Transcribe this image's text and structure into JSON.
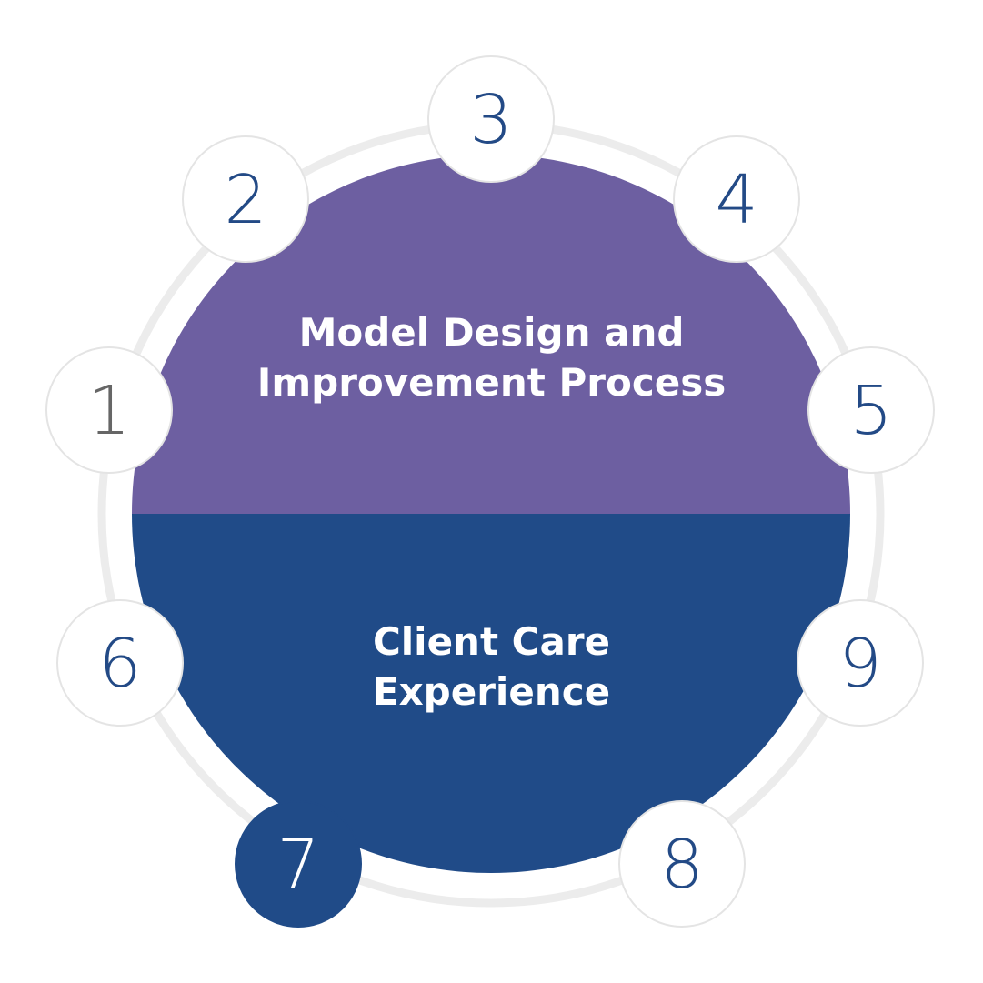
{
  "colors": {
    "top_segment": "#6d5fa1",
    "bottom_segment": "#204b88",
    "ring": "#ececec",
    "node_fill": "#ffffff",
    "node_stroke": "#e4e4e4",
    "node_text_default": "#666666",
    "node_text_accent": "#234a86",
    "node_active_fill": "#204b88",
    "node_active_text": "#ffffff"
  },
  "segments": {
    "top": {
      "label": "Model Design and\nImprovement Process"
    },
    "bottom": {
      "label": "Client Care\nExperience"
    }
  },
  "steps": [
    {
      "label": "1",
      "active": false,
      "tone": "default"
    },
    {
      "label": "2",
      "active": false,
      "tone": "accent"
    },
    {
      "label": "3",
      "active": false,
      "tone": "accent"
    },
    {
      "label": "4",
      "active": false,
      "tone": "accent"
    },
    {
      "label": "5",
      "active": false,
      "tone": "accent"
    },
    {
      "label": "6",
      "active": false,
      "tone": "accent"
    },
    {
      "label": "7",
      "active": true,
      "tone": "accent"
    },
    {
      "label": "8",
      "active": false,
      "tone": "accent"
    },
    {
      "label": "9",
      "active": false,
      "tone": "accent"
    }
  ]
}
